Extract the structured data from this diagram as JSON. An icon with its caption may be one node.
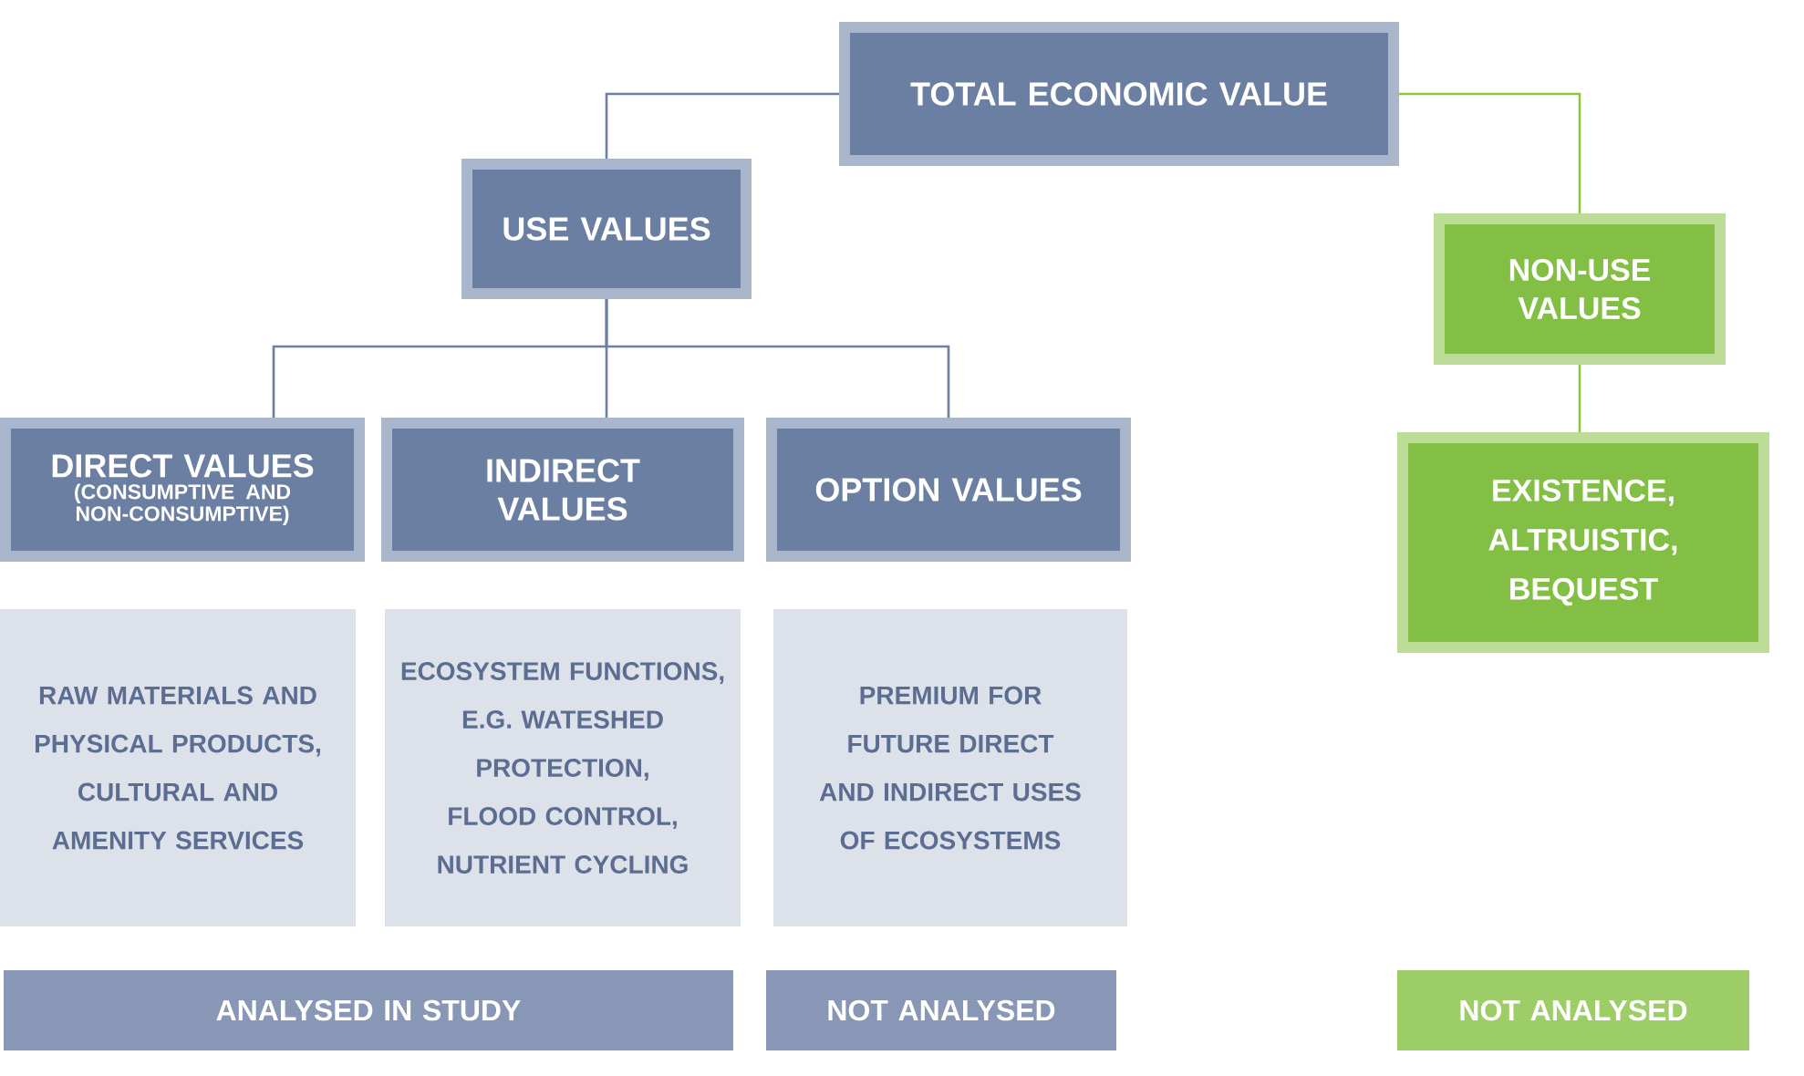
{
  "diagram": {
    "nodes": [
      {
        "text": [
          "TOTAL ECONOMIC VALUE"
        ]
      },
      {
        "text": [
          "USE VALUES"
        ]
      },
      {
        "text": [
          "NON-USE VALUES"
        ]
      },
      {
        "text": [
          "DIRECT VALUES",
          "(CONSUMPTIVE AND NON-CONSUMPTIVE)"
        ]
      },
      {
        "text": [
          "INDIRECT VALUES"
        ]
      },
      {
        "text": [
          "OPTION VALUES"
        ]
      },
      {
        "text": [
          "EXISTENCE, ALTRUISTIC, BEQUEST"
        ]
      },
      {
        "text": [
          "RAW MATERIALS AND PHYSICAL PRODUCTS, CULTURAL AND AMENITY SERVICES"
        ]
      },
      {
        "text": [
          "ECOSYSTEM FUNCTIONS, E.G. WATESHED PROTECTION, FLOOD CONTROL, NUTRIENT CYCLING"
        ]
      },
      {
        "text": [
          "PREMIUM FOR FUTURE DIRECT AND INDIRECT USES OF ECOSYSTEMS"
        ]
      },
      {
        "text": [
          "ANALYSED IN STUDY"
        ]
      },
      {
        "text": [
          "NOT ANALYSED"
        ]
      },
      {
        "text": [
          "NOT ANALYSED"
        ]
      }
    ],
    "edges": [
      {
        "from": 0,
        "to": 1,
        "arrow": "none"
      },
      {
        "from": 0,
        "to": 2,
        "arrow": "none",
        "color": "#8dc63f"
      },
      {
        "from": 1,
        "to": 3,
        "arrow": "none"
      },
      {
        "from": 1,
        "to": 4,
        "arrow": "none"
      },
      {
        "from": 1,
        "to": 5,
        "arrow": "none"
      },
      {
        "from": 2,
        "to": 6,
        "arrow": "none",
        "color": "#8dc63f"
      }
    ]
  }
}
